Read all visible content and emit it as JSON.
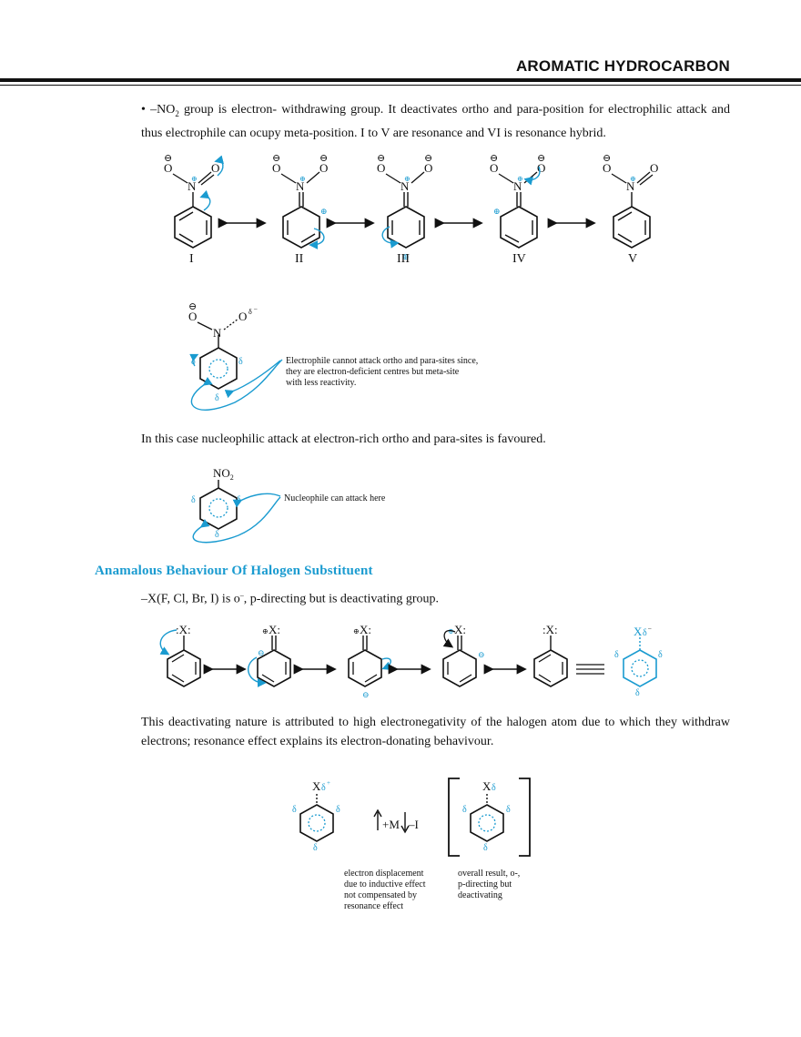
{
  "header": {
    "title": "AROMATIC HYDROCARBON"
  },
  "intro": {
    "bullet": "•",
    "prefix": "–NO",
    "sub": "2",
    "text": " group is electron- withdrawing group. It deactivates ortho and para-position for electrophilic attack and thus electrophile can ocupy meta-position. I to V are resonance and VI is resonance hybrid."
  },
  "resonance_labels": [
    "I",
    "II",
    "III",
    "IV",
    "V"
  ],
  "electrophile_note": {
    "line1": "Electrophile cannot attack ortho and para-sites since,",
    "line2": "they are electron-deficient centres but meta-site",
    "line3": "with less reactivity."
  },
  "nucleophilic_text": "In this case nucleophilic attack at electron-rich ortho and para-sites is favoured.",
  "nucleophile_figure": {
    "group": "NO",
    "group_sub": "2",
    "note": "Nucleophile can attack here"
  },
  "section_heading": "Anamalous Behaviour Of Halogen Substituent",
  "halogen_line": {
    "prefix": "–X(F, Cl, Br, I) is o",
    "sup": "–",
    "suffix": ", p-directing but is deactivating group."
  },
  "deactivating_text": "This deactivating nature is attributed to high electronegativity of the halogen atom due to which they withdraw electrons; resonance effect explains its electron-donating behavivour.",
  "bottom_figure": {
    "effects": {
      "plus_m": "+M",
      "minus_i": "–I"
    },
    "left_caption": [
      "electron displacement",
      "due to inductive effect",
      "not compensated by",
      "resonance effect"
    ],
    "right_caption": [
      "overall result, o-,",
      "p-directing but",
      "deactivating"
    ]
  },
  "colors": {
    "accent": "#1a9bd0",
    "text": "#111111"
  }
}
